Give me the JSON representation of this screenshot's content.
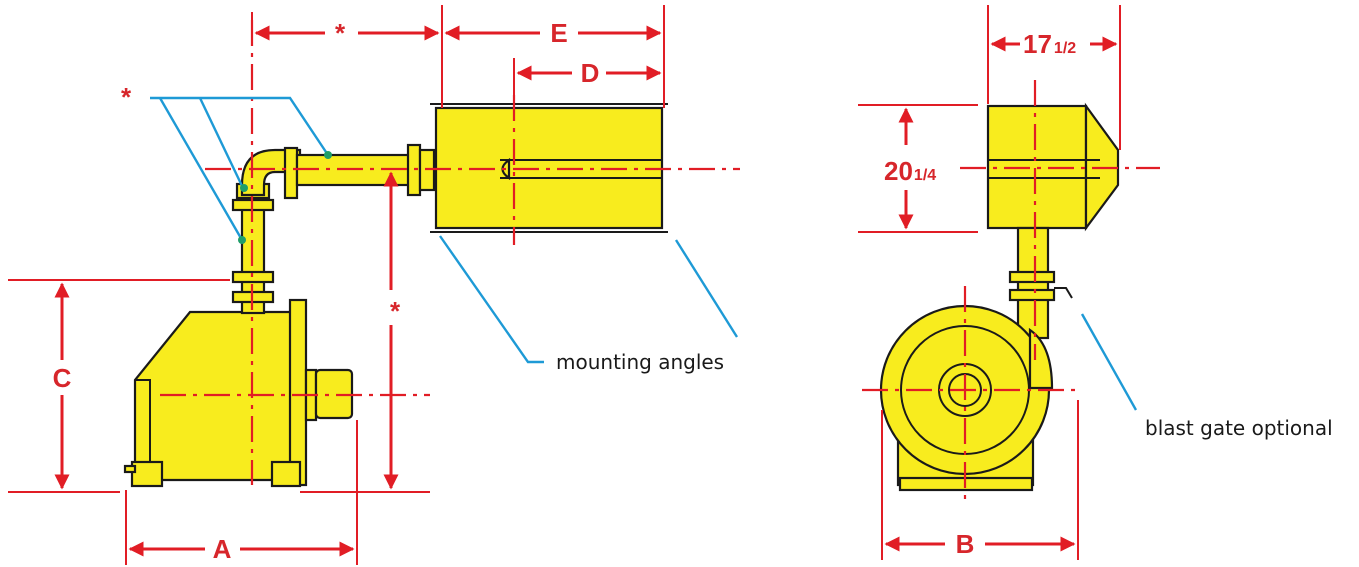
{
  "labels": {
    "dim_top_left": "*",
    "dim_e": "E",
    "dim_d": "D",
    "dim_weld": "*",
    "dim_vertical": "*",
    "dim_c": "C",
    "dim_a": "A",
    "dim_b": "B",
    "dim_depth": "17",
    "dim_depth_frac": "1/2",
    "dim_height": "20",
    "dim_height_frac": "1/4"
  },
  "notes": {
    "mounting": "mounting angles",
    "blast_gate": "blast gate optional"
  },
  "colors": {
    "dimension": "#e11d25",
    "body": "#f8ec1e",
    "leader": "#1e9ad6",
    "weld_dot": "#1f9e6a"
  }
}
